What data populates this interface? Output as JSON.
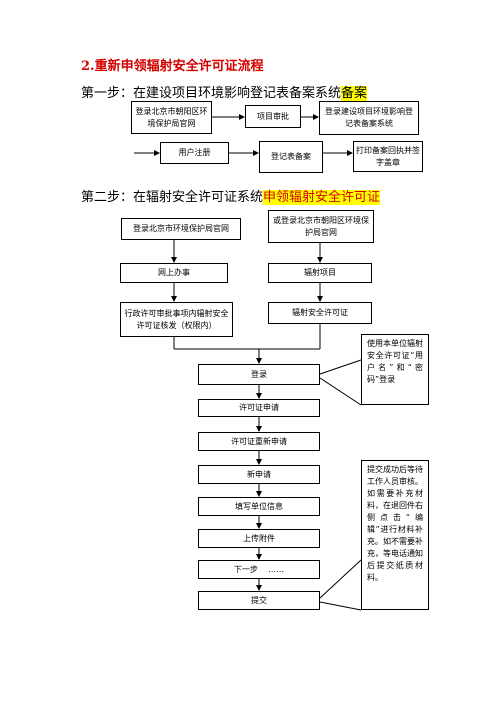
{
  "title": "2.重新申领辐射安全许可证流程",
  "step1": {
    "prefix": "第一步：在建设项目环境影响登记表备案系统",
    "highlight": "备案",
    "boxes": {
      "login_site": "登录北京市朝阳区环境保护局官网",
      "project_approval": "项目审批",
      "login_system": "登录建设项目环境影响登记表备案系统",
      "user_register": "用户注册",
      "form_filing": "登记表备案",
      "print_receipt": "打印备案回执并签字盖章"
    }
  },
  "step2": {
    "prefix": "第二步：在辐射安全许可证系统",
    "highlight": "申领辐射安全许可证",
    "left_boxes": {
      "login_site": "登录北京市环境保护局官网",
      "online_service": "网上办事",
      "admin_review": "行政许可审批事项内辐射安全许可证核发（权限内）"
    },
    "right_boxes": {
      "login_site": "或登录北京市朝阳区环境保护局官网",
      "radiation_project": "辐射项目",
      "license": "辐射安全许可证"
    },
    "flow": [
      "登录",
      "许可证申请",
      "许可证重新申请",
      "新申请",
      "填写单位信息",
      "上传附件",
      "下一步    ……",
      "提交"
    ],
    "note1": "使用本单位辐射安全许可证“用户名”和“密码”登录",
    "note2": "提交成功后等待工作人员审核。如需要补充材料，在退回件右侧点击“编辑”进行材料补充。如不需要补充，等电话通知后提交纸质材料。"
  }
}
